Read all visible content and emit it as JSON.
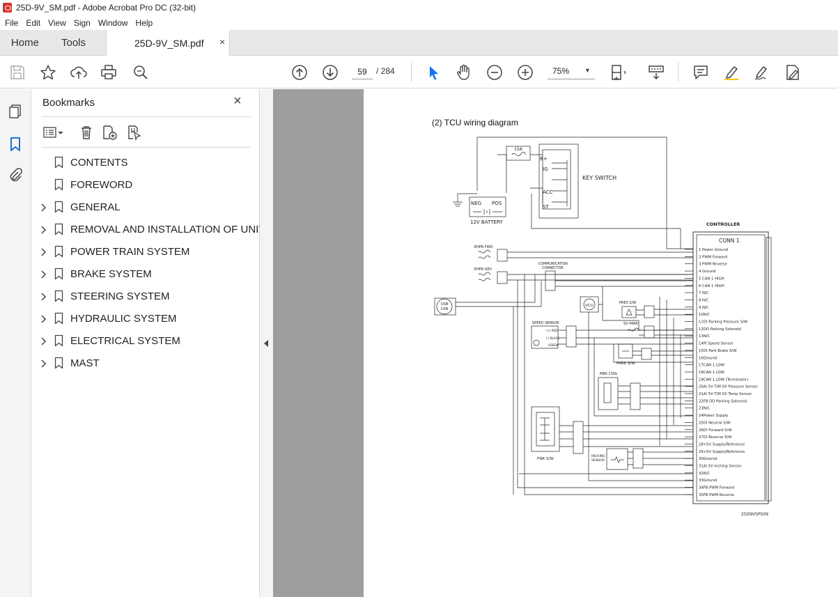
{
  "window": {
    "title": "25D-9V_SM.pdf - Adobe Acrobat Pro DC (32-bit)"
  },
  "menu": [
    "File",
    "Edit",
    "View",
    "Sign",
    "Window",
    "Help"
  ],
  "tabs": {
    "home": "Home",
    "tools": "Tools",
    "document": "25D-9V_SM.pdf",
    "close": "×"
  },
  "toolbar": {
    "page_current": "59",
    "page_total": "/  284",
    "zoom": "75%"
  },
  "bookmarks": {
    "title": "Bookmarks",
    "close": "×",
    "items": [
      {
        "label": "CONTENTS",
        "expandable": false
      },
      {
        "label": "FOREWORD",
        "expandable": false
      },
      {
        "label": "GENERAL",
        "expandable": true
      },
      {
        "label": "REMOVAL AND INSTALLATION OF UNIT",
        "expandable": true
      },
      {
        "label": "POWER TRAIN SYSTEM",
        "expandable": true
      },
      {
        "label": "BRAKE SYSTEM",
        "expandable": true
      },
      {
        "label": "STEERING SYSTEM",
        "expandable": true
      },
      {
        "label": "HYDRAULIC SYSTEM",
        "expandable": true
      },
      {
        "label": "ELECTRICAL SYSTEM",
        "expandable": true
      },
      {
        "label": "MAST",
        "expandable": true
      }
    ]
  },
  "document": {
    "heading": "(2) TCU wiring diagram",
    "figure_code": "25D9VSPS09",
    "diagram": {
      "fuse": "15A",
      "battery_neg": "NEG",
      "battery_pos": "POS",
      "battery": "12V BATTERY",
      "key_bplus": "B+",
      "key_ig": "IG",
      "key_acc": "ACC",
      "key_st": "ST",
      "key_switch": "KEY  SWITCH",
      "controller": "CONTROLLER",
      "conn": "CONN  1",
      "ehpr_fwd": "EHPR FWD",
      "ehpr_rev": "EHPR REV",
      "comm1": "COMMUNICATION",
      "comm2": "CONNECTOR",
      "usb_can1": "USB",
      "usb_can2": "CAN",
      "vcu": "VCU",
      "pres_sw": "PRES S/W",
      "sv_park": "SV PARK",
      "speed_sensor": "SPEED SENSOR",
      "sp_red": "(+) RED",
      "sp_black": "(-) BLACK",
      "sp_green": "GREEN",
      "park_sw": "PARK S/W",
      "mbs": "MBS 135b",
      "fnr_sw": "FNR S/W",
      "inching1": "INCHING",
      "inching2": "SENSOR",
      "pins": [
        "1  Power  Ground",
        "2  PWM  Forward",
        "3  PWM  Reverse",
        "4  Ground",
        "5  CAN  1  HIGH",
        "6  CAN  1  HIGH",
        "7  N/C",
        "8  N/C",
        "9  N/C",
        "10N/C",
        "11DI  Parking  Pressure  S/W",
        "12DO  Parking  Solenoid",
        "13N/C",
        "14PI  Speed  Sensor",
        "15DI  Park  Brake  S/W",
        "16Ground",
        "17CAN  1  LOW",
        "18CAN  1  LOW",
        "19CAN  1  LOW  (Terminator)",
        "20AI  5V  T/M  Oil  Pressure  Sensor",
        "21AI  5V  T/M  Oil  Temp  Sensor",
        "22FB  DO  Parking  Solenoid",
        "23N/C",
        "24Power  Supply",
        "25DI  Neutral  S/W",
        "26DI  Forward  S/W",
        "27DI  Reverse  S/W",
        "28+5V  Supply/Reference",
        "29+5V  Supply/Reference",
        "30Ground",
        "31AI  5V  Inching  Sensor",
        "32N/C",
        "33Ground",
        "34FB  PWM  Forward",
        "35FB  PWM  Reverse"
      ]
    }
  }
}
